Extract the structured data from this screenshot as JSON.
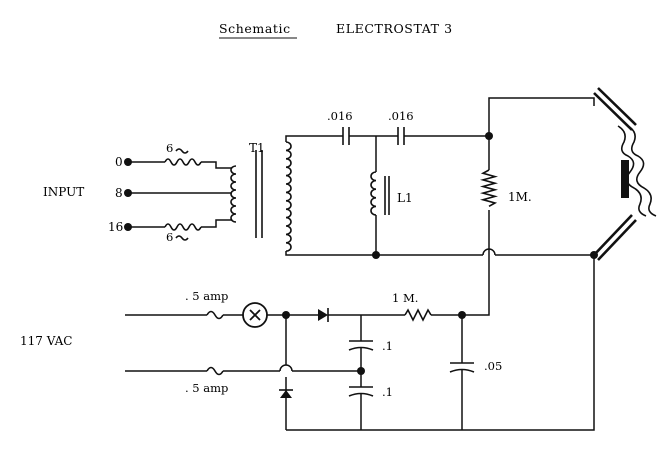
{
  "header": {
    "left": "Schematic",
    "right": "ELECTROSTAT 3"
  },
  "input": {
    "title": "INPUT",
    "taps": [
      "0",
      "8",
      "16"
    ],
    "resistor_top": "6",
    "resistor_bottom": "6"
  },
  "transformer": {
    "label": "T1"
  },
  "capacitors": {
    "c_left": ".016",
    "c_right": ".016",
    "c_upper": ".1",
    "c_lower": ".1",
    "c_output": ".05"
  },
  "inductor": {
    "label": "L1"
  },
  "resistors": {
    "bias": "1M.",
    "supply": "1 M."
  },
  "power": {
    "label": "117  VAC",
    "fuse_top": ". 5 amp",
    "fuse_bottom": ". 5 amp"
  }
}
